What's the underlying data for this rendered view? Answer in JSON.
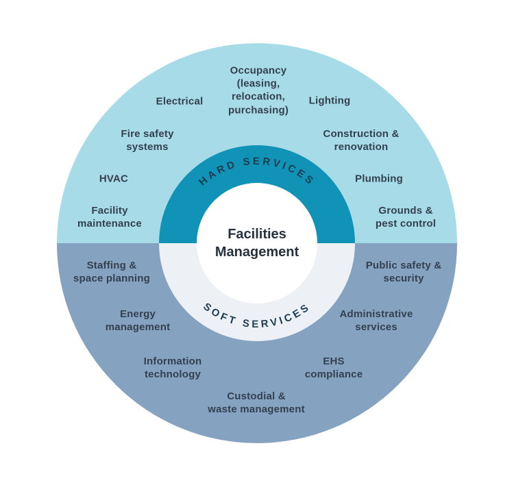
{
  "title": "Facilities\nManagement",
  "rings": {
    "hard_label": "HARD SERVICES",
    "soft_label": "SOFT SERVICES"
  },
  "colors": {
    "hard_outer": "#a6dbe7",
    "soft_outer": "#85a2c0",
    "hard_inner": "#1093b6",
    "soft_inner": "#edf1f6",
    "center_bg": "#ffffff",
    "label_text": "#33414f"
  },
  "hard_services": [
    {
      "label": "Electrical"
    },
    {
      "label": "Occupancy\n(leasing,\nrelocation,\npurchasing)"
    },
    {
      "label": "Lighting"
    },
    {
      "label": "Fire safety\nsystems"
    },
    {
      "label": "Construction &\nrenovation"
    },
    {
      "label": "HVAC"
    },
    {
      "label": "Plumbing"
    },
    {
      "label": "Facility\nmaintenance"
    },
    {
      "label": "Grounds &\npest control"
    }
  ],
  "soft_services": [
    {
      "label": "Staffing &\nspace planning"
    },
    {
      "label": "Public safety &\nsecurity"
    },
    {
      "label": "Energy\nmanagement"
    },
    {
      "label": "Administrative\nservices"
    },
    {
      "label": "Information\ntechnology"
    },
    {
      "label": "EHS\ncompliance"
    },
    {
      "label": "Custodial &\nwaste management"
    }
  ]
}
